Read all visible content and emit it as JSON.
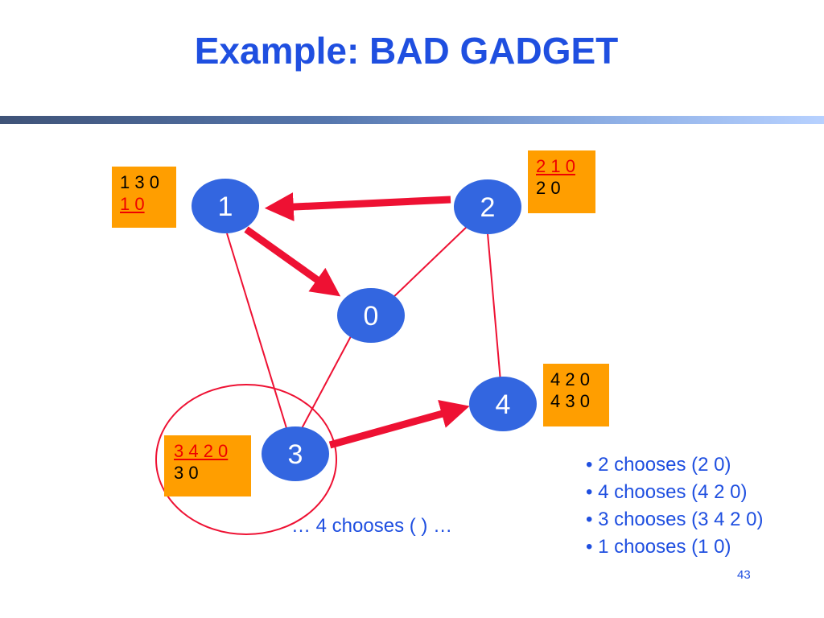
{
  "title": "Example: BAD GADGET",
  "nodes": [
    {
      "id": "1",
      "label": "1"
    },
    {
      "id": "2",
      "label": "2"
    },
    {
      "id": "0",
      "label": "0"
    },
    {
      "id": "4",
      "label": "4"
    },
    {
      "id": "3",
      "label": "3"
    }
  ],
  "tables": {
    "node1": {
      "path1": "1 3 0",
      "path2": "1 0",
      "selected": "path2"
    },
    "node2": {
      "path1": "2 1 0",
      "path2": "2 0",
      "selected": "path1"
    },
    "node4": {
      "path1": "4 2 0",
      "path2": "4 3 0",
      "selected": ""
    },
    "node3": {
      "path1": "3 4 2 0",
      "path2": "3 0",
      "selected": "path1"
    }
  },
  "note": "… 4 chooses ( ) …",
  "bullets": [
    "• 2 chooses (2 0)",
    "• 4 chooses (4 2 0)",
    "• 3 chooses (3 4 2 0)",
    "• 1 chooses (1 0)"
  ],
  "page_number": "43",
  "colors": {
    "title": "#1f4fe0",
    "node_fill": "#3366e0",
    "edge": "#ee1133",
    "table_bg": "#ff9e00",
    "selected_path": "#ee0000"
  }
}
